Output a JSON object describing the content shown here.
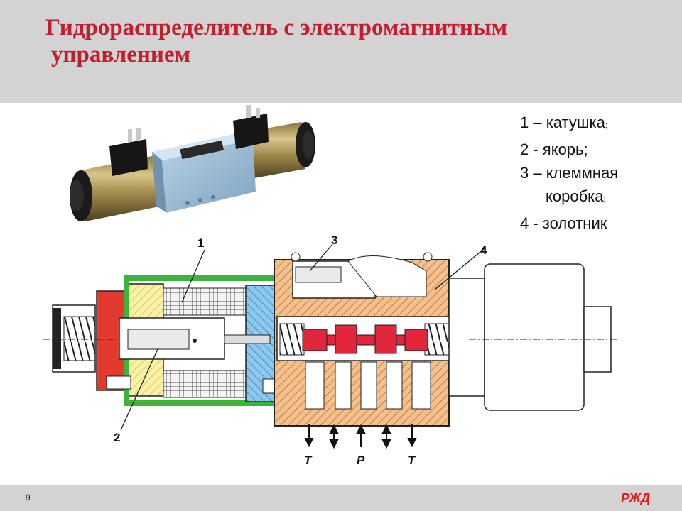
{
  "slide": {
    "title_line1": "Гидрораспределитель с электромагнитным",
    "title_line2": "управлением",
    "page_number": "9",
    "colors": {
      "title": "#c41d2e",
      "header_bar": "#d3d3d4",
      "logo": "#e21a1a"
    }
  },
  "legend": {
    "item1_main": "1 – катушка",
    "item1_sep": ";",
    "item2": "2  - якорь;",
    "item3_line1": "3 – клеммная",
    "item3_line2_main": "коробка",
    "item3_line2_sep": ";",
    "item4": "4 - золотник"
  },
  "diagram": {
    "callouts": [
      "1",
      "2",
      "3",
      "4"
    ],
    "ports": [
      "T",
      "P",
      "T"
    ]
  },
  "logo": {
    "text": "РЖД",
    "icon": "rzd-logo-icon"
  }
}
